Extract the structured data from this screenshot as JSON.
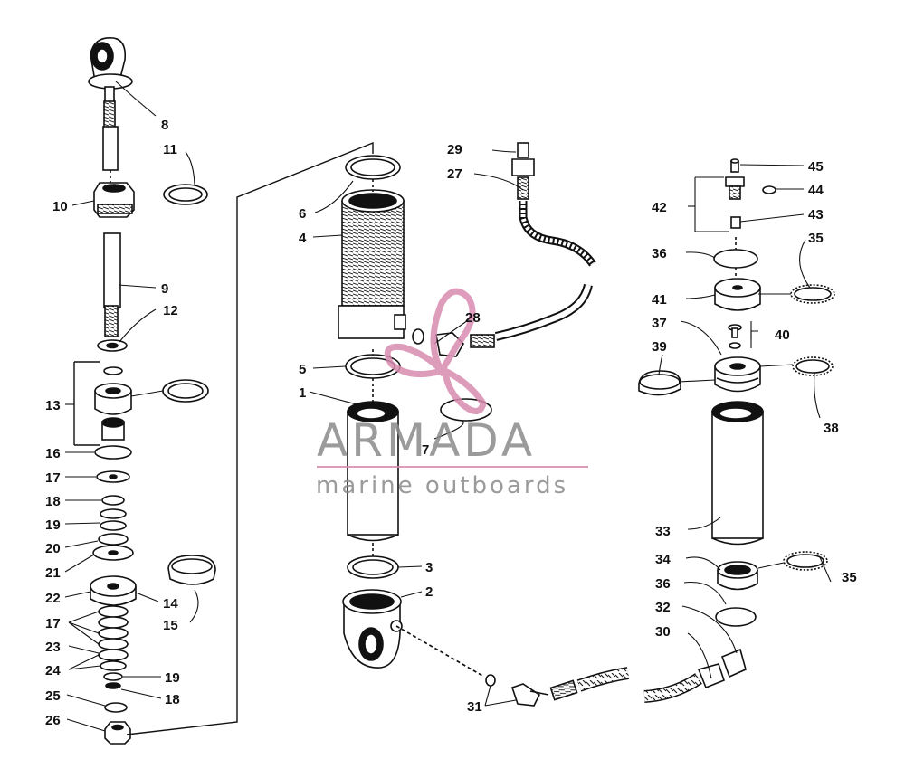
{
  "watermark": {
    "title": "ARMADA",
    "subtitle": "marine outboards",
    "accent_color": "#d98bb0",
    "text_color": "#8a8a8a"
  },
  "callouts": {
    "c1": "1",
    "c2": "2",
    "c3": "3",
    "c4": "4",
    "c5": "5",
    "c6": "6",
    "c7": "7",
    "c8": "8",
    "c9": "9",
    "c10": "10",
    "c11": "11",
    "c12": "12",
    "c13": "13",
    "c14": "14",
    "c15": "15",
    "c16": "16",
    "c17a": "17",
    "c17b": "17",
    "c18a": "18",
    "c18b": "18",
    "c19a": "19",
    "c19b": "19",
    "c20": "20",
    "c21": "21",
    "c22": "22",
    "c23": "23",
    "c24": "24",
    "c25": "25",
    "c26": "26",
    "c27": "27",
    "c28": "28",
    "c29": "29",
    "c30": "30",
    "c31": "31",
    "c32": "32",
    "c33": "33",
    "c34": "34",
    "c35a": "35",
    "c35b": "35",
    "c36a": "36",
    "c36b": "36",
    "c37": "37",
    "c38": "38",
    "c39": "39",
    "c40": "40",
    "c41": "41",
    "c42": "42",
    "c43": "43",
    "c44": "44",
    "c45": "45"
  }
}
